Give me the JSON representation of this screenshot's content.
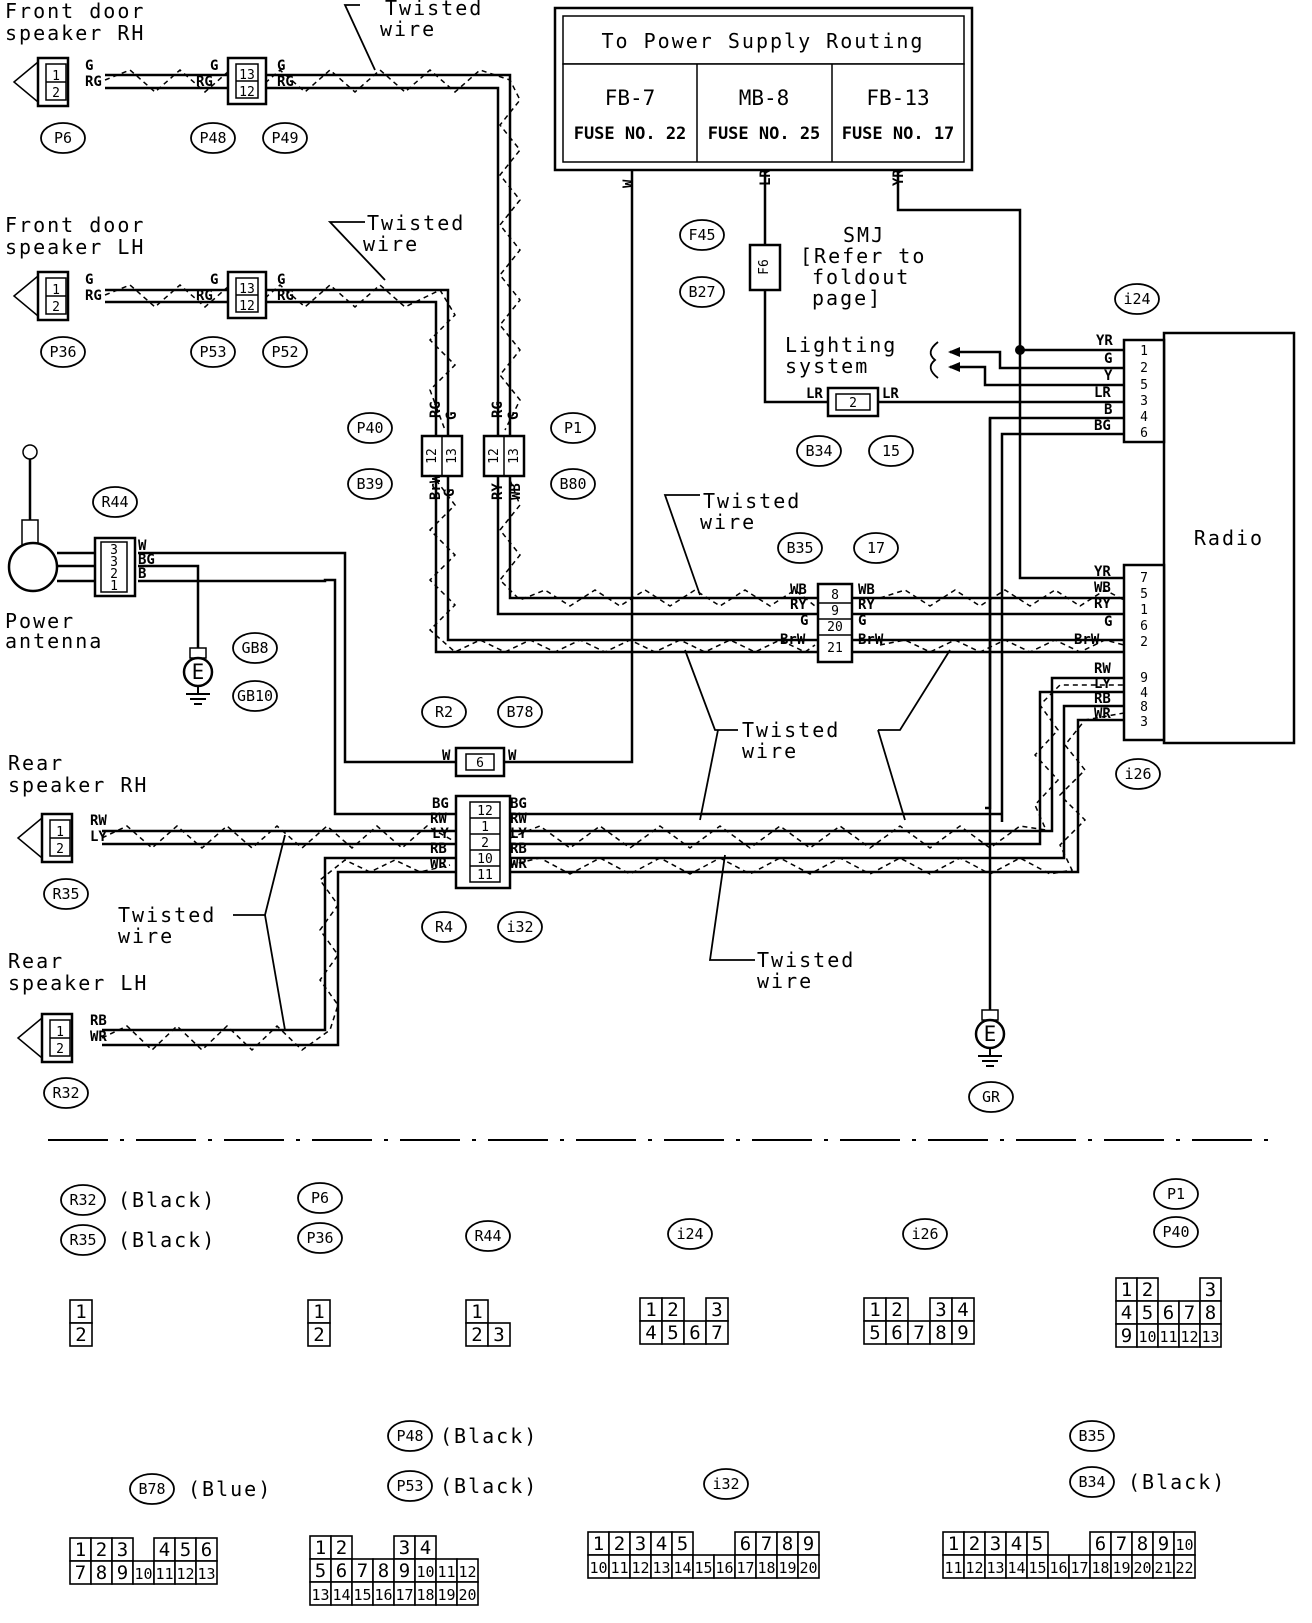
{
  "components": {
    "front_rh": [
      "Front door",
      "speaker RH"
    ],
    "front_lh": [
      "Front door",
      "speaker LH"
    ],
    "rear_rh": [
      "Rear",
      "speaker RH"
    ],
    "rear_lh": [
      "Rear",
      "speaker LH"
    ],
    "antenna": [
      "Power",
      "antenna"
    ],
    "radio": "Radio",
    "lighting": [
      "Lighting",
      "system"
    ],
    "smj": [
      "SMJ",
      "[Refer to",
      "foldout",
      "page]"
    ],
    "twisted": [
      "Twisted",
      "wire"
    ],
    "ground": "E"
  },
  "power_supply": {
    "title": "To Power Supply Routing",
    "cells": [
      {
        "name": "FB-7",
        "fuse": "FUSE NO. 22",
        "wire": "W"
      },
      {
        "name": "MB-8",
        "fuse": "FUSE NO. 25",
        "wire": "LR"
      },
      {
        "name": "FB-13",
        "fuse": "FUSE NO. 17",
        "wire": "YR"
      }
    ]
  },
  "fuse_f6": "F6",
  "connector_ids": {
    "p6": "P6",
    "p48": "P48",
    "p49": "P49",
    "p36": "P36",
    "p53": "P53",
    "p52": "P52",
    "f45": "F45",
    "b27": "B27",
    "i24": "i24",
    "p40": "P40",
    "b39": "B39",
    "p1": "P1",
    "b80": "B80",
    "r44": "R44",
    "gb8": "GB8",
    "gb10": "GB10",
    "b34": "B34",
    "n15": "15",
    "b35": "B35",
    "n17": "17",
    "r2": "R2",
    "b78": "B78",
    "i26": "i26",
    "r35": "R35",
    "r4": "R4",
    "i32": "i32",
    "r32": "R32",
    "gr": "GR"
  },
  "wire_colors": {
    "g": "G",
    "rg": "RG",
    "w": "W",
    "bg": "BG",
    "b": "B",
    "brw": "BrW",
    "ry": "RY",
    "wb": "WB",
    "lr": "LR",
    "yr": "YR",
    "y": "Y",
    "rw": "RW",
    "ly": "LY",
    "rb": "RB",
    "wr": "WR"
  },
  "legend": {
    "r32": "R32",
    "r35": "R35",
    "black": "(Black)",
    "blue": "(Blue)",
    "p6": "P6",
    "p36": "P36",
    "r44": "R44",
    "i24": "i24",
    "i26": "i26",
    "p1": "P1",
    "p40": "P40",
    "p48": "P48",
    "p53": "P53",
    "b78": "B78",
    "i32": "i32",
    "b35": "B35",
    "b34": "B34"
  },
  "connector_faces": {
    "r32": [
      [
        "1"
      ],
      [
        "2"
      ]
    ],
    "p6": [
      [
        "1"
      ],
      [
        "2"
      ]
    ],
    "r44": [
      [
        "1"
      ],
      [
        "2",
        "3"
      ]
    ],
    "i24": [
      [
        "1",
        "2",
        "",
        "3"
      ],
      [
        "4",
        "5",
        "6",
        "7"
      ]
    ],
    "i26": [
      [
        "1",
        "2",
        "",
        "3",
        "4"
      ],
      [
        "5",
        "6",
        "7",
        "8",
        "9"
      ]
    ],
    "p1": [
      [
        "1",
        "2",
        "",
        "",
        "3"
      ],
      [
        "4",
        "5",
        "6",
        "7",
        "8"
      ],
      [
        "9",
        "10",
        "11",
        "12",
        "13"
      ]
    ],
    "b78": [
      [
        "1",
        "2",
        "3",
        "",
        "4",
        "5",
        "6"
      ],
      [
        "7",
        "8",
        "9",
        "10",
        "11",
        "12",
        "13"
      ]
    ],
    "p48": [
      [
        "1",
        "2",
        "",
        "",
        "3",
        "4"
      ],
      [
        "5",
        "6",
        "7",
        "8",
        "9",
        "10",
        "11",
        "12"
      ],
      [
        "13",
        "14",
        "15",
        "16",
        "17",
        "18",
        "19",
        "20"
      ]
    ],
    "i32": [
      [
        "1",
        "2",
        "3",
        "4",
        "5",
        "",
        "",
        "6",
        "7",
        "8",
        "9"
      ],
      [
        "10",
        "11",
        "12",
        "13",
        "14",
        "15",
        "16",
        "17",
        "18",
        "19",
        "20"
      ]
    ],
    "b35": [
      [
        "1",
        "2",
        "3",
        "4",
        "5",
        "",
        "",
        "6",
        "7",
        "8",
        "9",
        "10"
      ],
      [
        "11",
        "12",
        "13",
        "14",
        "15",
        "16",
        "17",
        "18",
        "19",
        "20",
        "21",
        "22"
      ]
    ]
  }
}
